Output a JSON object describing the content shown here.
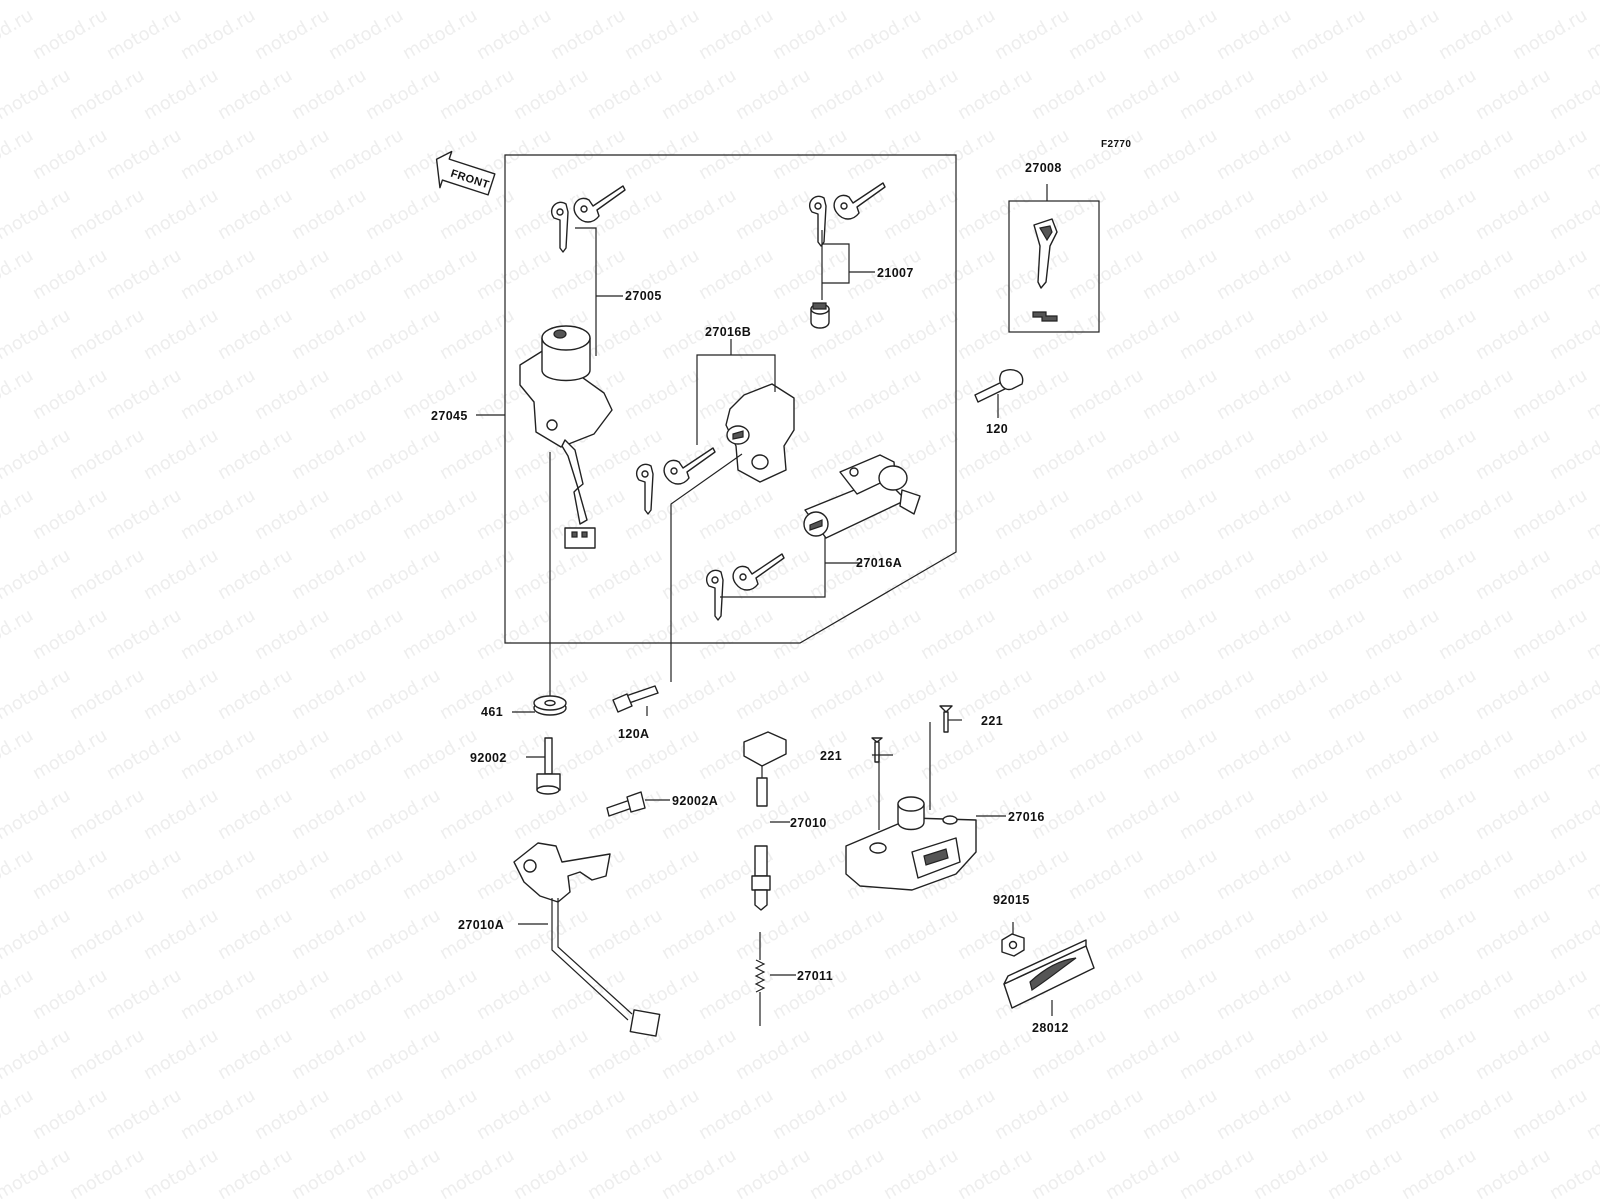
{
  "diagram": {
    "figure_code": "F2770",
    "front_label": "FRONT",
    "watermark": "motod.ru",
    "callouts": {
      "p27008": "27008",
      "p21007": "21007",
      "p27005": "27005",
      "p27016B": "27016B",
      "p27045": "27045",
      "p120": "120",
      "p27016A": "27016A",
      "p461": "461",
      "p120A": "120A",
      "p92002": "92002",
      "p221a": "221",
      "p221b": "221",
      "p92002A": "92002A",
      "p27010": "27010",
      "p27016": "27016",
      "p27010A": "27010A",
      "p92015": "92015",
      "p27011": "27011",
      "p28012": "28012"
    }
  }
}
